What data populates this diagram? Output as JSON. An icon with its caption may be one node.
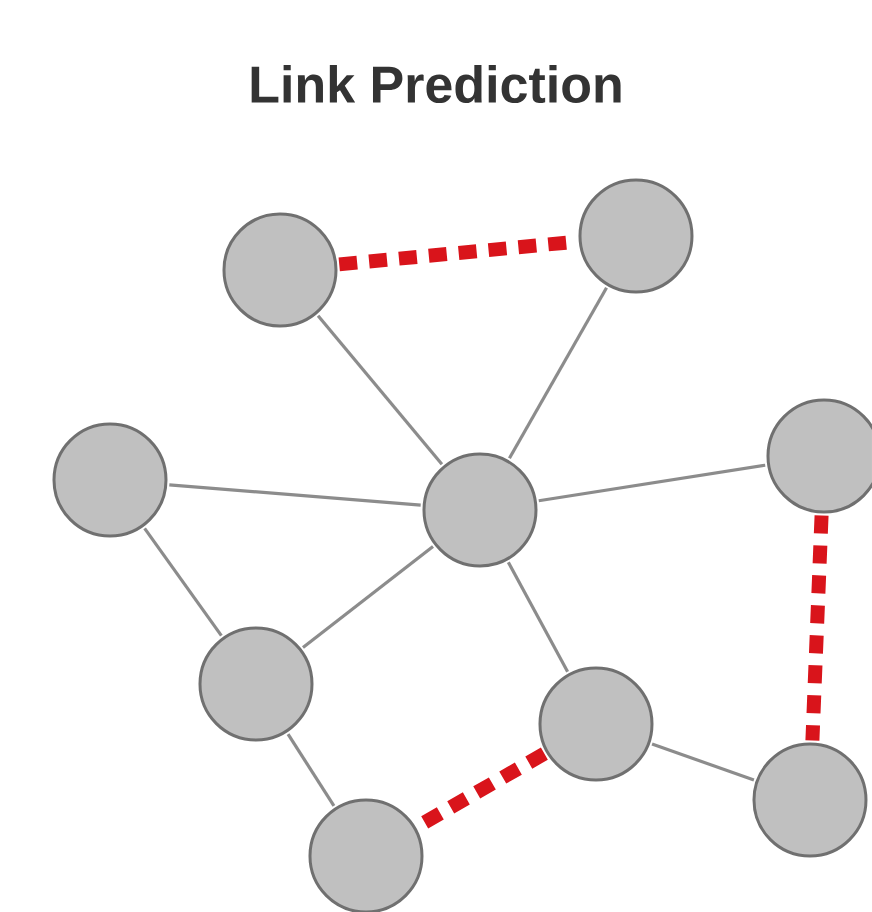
{
  "diagram": {
    "title": "Link Prediction",
    "nodes": [
      {
        "text": [],
        "shape": "circle"
      },
      {
        "text": [],
        "shape": "circle"
      },
      {
        "text": [],
        "shape": "circle"
      },
      {
        "text": [],
        "shape": "circle"
      },
      {
        "text": [],
        "shape": "circle"
      },
      {
        "text": [],
        "shape": "circle"
      },
      {
        "text": [],
        "shape": "circle"
      },
      {
        "text": [],
        "shape": "circle"
      },
      {
        "text": [],
        "shape": "circle"
      }
    ],
    "edges": [
      {
        "from": 0,
        "to": 1,
        "arrow": "none",
        "style": "dashed",
        "color": "#d9141b"
      },
      {
        "from": 0,
        "to": 3,
        "arrow": "none"
      },
      {
        "from": 1,
        "to": 3,
        "arrow": "none"
      },
      {
        "from": 2,
        "to": 3,
        "arrow": "none"
      },
      {
        "from": 3,
        "to": 4,
        "arrow": "none"
      },
      {
        "from": 2,
        "to": 5,
        "arrow": "none"
      },
      {
        "from": 3,
        "to": 5,
        "arrow": "none"
      },
      {
        "from": 3,
        "to": 6,
        "arrow": "none"
      },
      {
        "from": 4,
        "to": 8,
        "arrow": "none",
        "style": "dashed",
        "color": "#d9141b"
      },
      {
        "from": 5,
        "to": 7,
        "arrow": "none"
      },
      {
        "from": 6,
        "to": 7,
        "arrow": "none",
        "style": "dashed",
        "color": "#d9141b"
      },
      {
        "from": 6,
        "to": 8,
        "arrow": "none"
      }
    ]
  }
}
